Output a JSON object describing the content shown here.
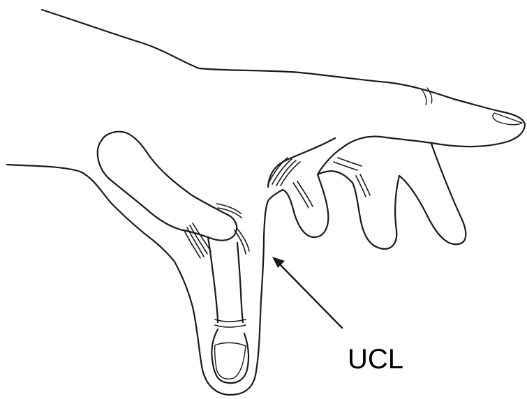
{
  "figure": {
    "subject": "hand-illustration",
    "annotation": {
      "label": "UCL",
      "pointer": "arrow"
    },
    "colors": {
      "line": "#1a1a1a",
      "background": "#ffffff",
      "label": "#000000"
    }
  }
}
